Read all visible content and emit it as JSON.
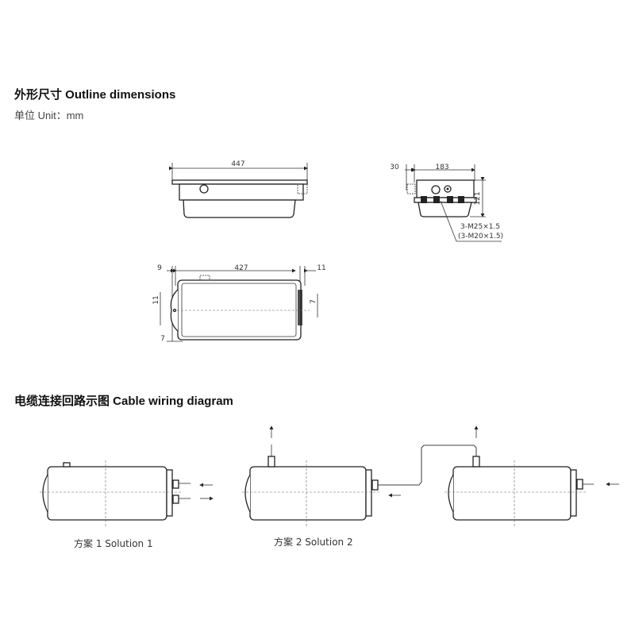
{
  "outline": {
    "title": "外形尺寸 Outline dimensions",
    "unit_label": "单位 Unit：mm",
    "dims": {
      "top_length": "447",
      "side_offset": "30",
      "side_width": "183",
      "side_height": "121",
      "thread_spec": "3-M25×1.5",
      "thread_spec_alt": "(3-M20×1.5)",
      "plan_left": "9",
      "plan_length": "427",
      "plan_right": "11",
      "plan_left_offset": "11",
      "plan_right_offset": "7",
      "plan_bottom": "7"
    }
  },
  "wiring": {
    "title": "电缆连接回路示图 Cable wiring diagram",
    "solution1": "方案 1 Solution 1",
    "solution2": "方案 2 Solution 2"
  }
}
